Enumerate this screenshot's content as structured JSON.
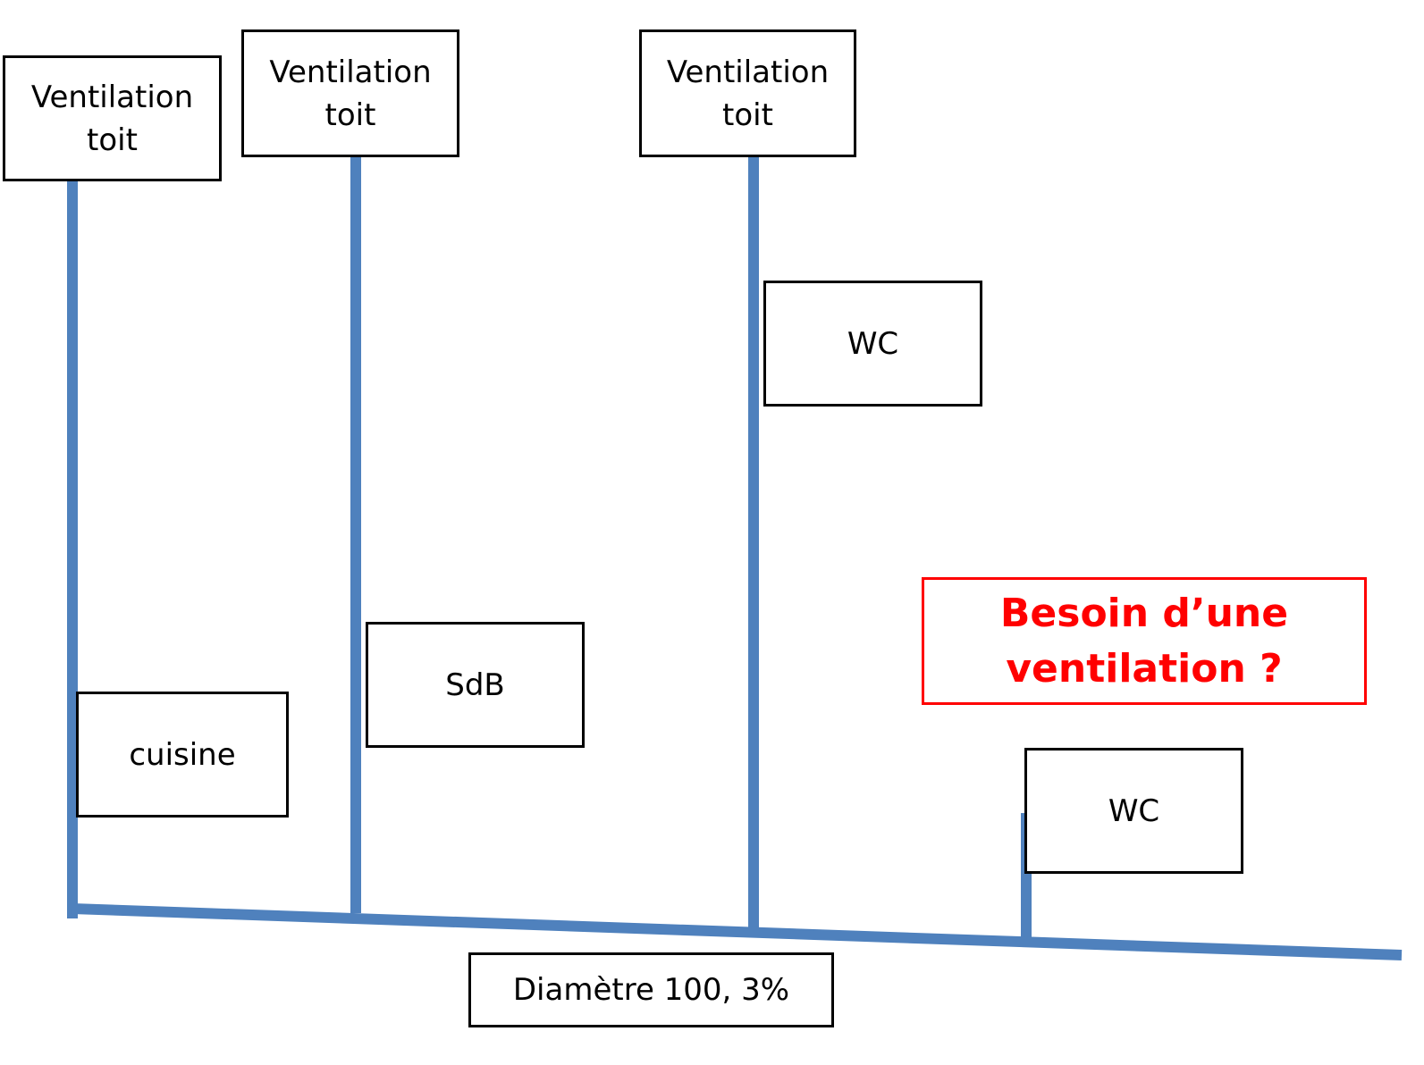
{
  "colors": {
    "pipe": "#4f81bd",
    "box_border": "#000000",
    "alert": "#ff0000"
  },
  "vent_boxes": [
    {
      "label": "Ventilation\ntoit"
    },
    {
      "label": "Ventilation\ntoit"
    },
    {
      "label": "Ventilation\ntoit"
    }
  ],
  "fixtures": {
    "cuisine": "cuisine",
    "sdb": "SdB",
    "wc_upper": "WC",
    "wc_lower": "WC"
  },
  "main_pipe_label": "Diamètre 100, 3%",
  "question": "Besoin d’une\nventilation ?"
}
